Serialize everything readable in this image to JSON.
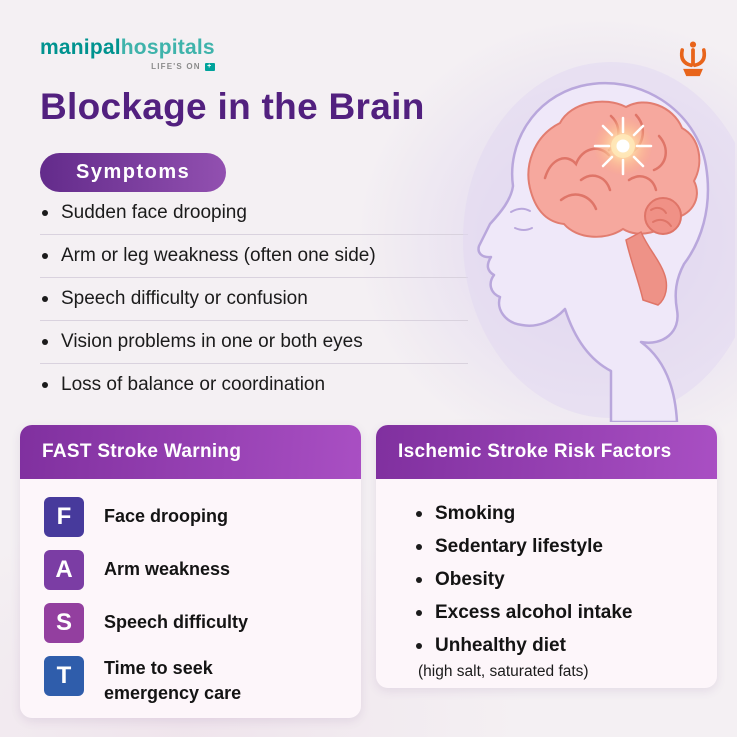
{
  "brand": {
    "name_primary": "manipal",
    "name_secondary": "hospitals",
    "tagline": "LIFE'S ON",
    "accent_teal": "#00a39b",
    "icon_orange": "#e8641b"
  },
  "title": "Blockage in the Brain",
  "title_color": "#52207f",
  "accent_purple": "#80309f",
  "symptoms": {
    "badge_label": "Symptoms",
    "items": [
      "Sudden face drooping",
      "Arm or leg weakness (often one side)",
      "Speech difficulty or confusion",
      "Vision problems in one or both eyes",
      "Loss of balance or coordination"
    ]
  },
  "fast_card": {
    "title": "FAST Stroke Warning",
    "rows": [
      {
        "letter": "F",
        "label": "Face drooping",
        "color": "#473a9c"
      },
      {
        "letter": "A",
        "label": "Arm weakness",
        "color": "#7b3da4"
      },
      {
        "letter": "S",
        "label": "Speech difficulty",
        "color": "#933f9f"
      },
      {
        "letter": "T",
        "label": "Time to seek emergency care",
        "color": "#2f5dab"
      }
    ]
  },
  "risk_card": {
    "title": "Ischemic Stroke Risk Factors",
    "items": [
      "Smoking",
      "Sedentary lifestyle",
      "Obesity",
      "Excess alcohol intake",
      "Unhealthy diet"
    ],
    "note": "(high salt, saturated fats)"
  },
  "illustration": {
    "name": "head-profile-brain-blockage",
    "highlight": "stroke-blockage-glow"
  }
}
